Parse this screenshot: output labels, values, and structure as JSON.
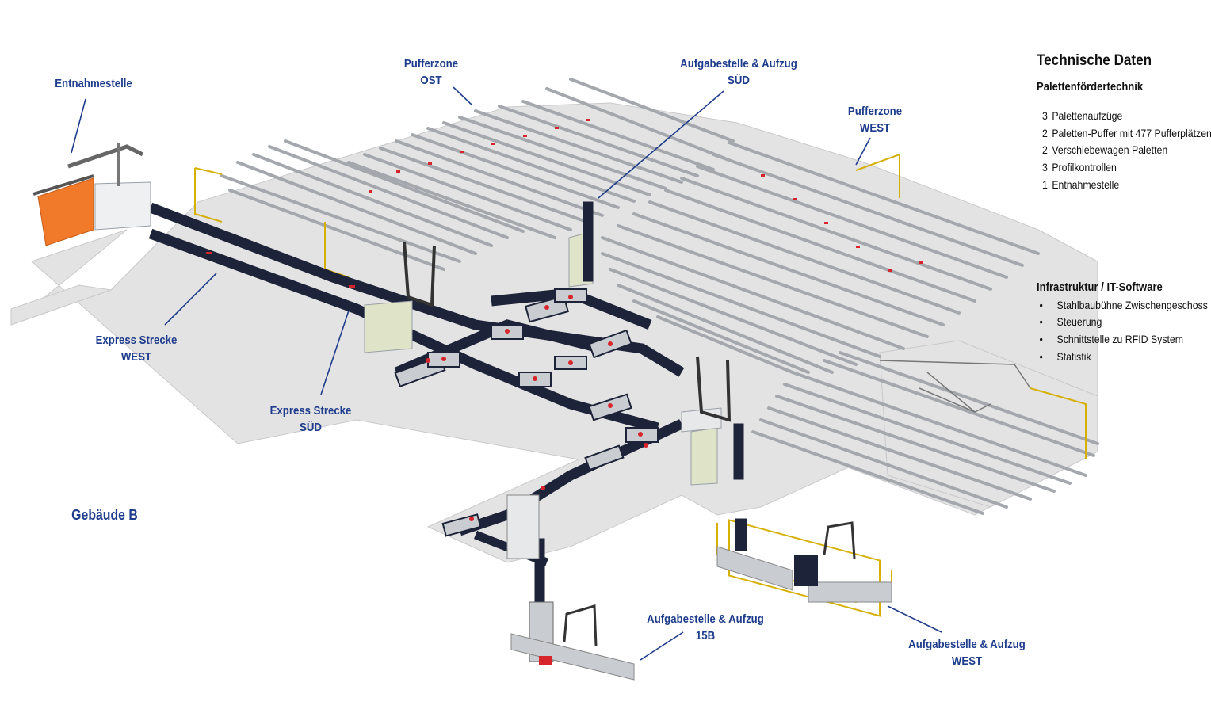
{
  "labels": {
    "entnahmestelle": [
      "Entnahmestelle"
    ],
    "pufferzone_ost": [
      "Pufferzone",
      "OST"
    ],
    "aufgabe_sued": [
      "Aufgabestelle & Aufzug",
      "SÜD"
    ],
    "pufferzone_west": [
      "Pufferzone",
      "WEST"
    ],
    "express_west": [
      "Express Strecke",
      "WEST"
    ],
    "express_sued": [
      "Express Strecke",
      "SÜD"
    ],
    "gebaeude_b": [
      "Gebäude B"
    ],
    "aufgabe_15b": [
      "Aufgabestelle & Aufzug",
      "15B"
    ],
    "aufgabe_west": [
      "Aufgabestelle & Aufzug",
      "WEST"
    ]
  },
  "tech": {
    "title": "Technische Daten",
    "subtitle": "Palettenfördertechnik",
    "items": [
      {
        "num": "3",
        "text": "Palettenaufzüge"
      },
      {
        "num": "2",
        "text": "Paletten-Puffer mit 477 Pufferplätzen"
      },
      {
        "num": "2",
        "text": "Verschiebewagen Paletten"
      },
      {
        "num": "3",
        "text": "Profilkontrollen"
      },
      {
        "num": "1",
        "text": "Entnahmestelle"
      }
    ],
    "infra_title": "Infrastruktur / IT-Software",
    "infra_items": [
      "Stahlbaubühne Zwischengeschoss",
      "Steuerung",
      "Schnittstelle zu RFID System",
      "Statistik"
    ]
  },
  "colors": {
    "label": "#1e3c8c",
    "floor": "#e2e2e2",
    "conveyor": "#1d2338",
    "rack": "#bfc3c8",
    "accent_red": "#d8252c",
    "door_orange": "#f07a2a",
    "guard_yellow": "#f2c200"
  },
  "icons": {
    "leader_line": "thin-navy-line"
  }
}
